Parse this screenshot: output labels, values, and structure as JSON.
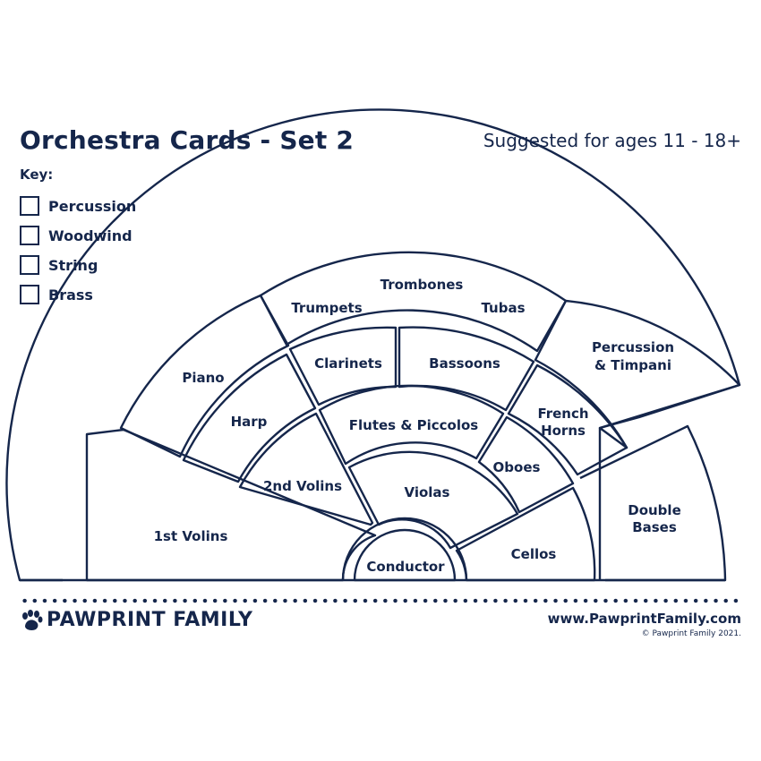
{
  "header": {
    "title": "Orchestra Cards - Set 2",
    "subtitle": "Suggested for ages 11 - 18+"
  },
  "key": {
    "title": "Key:",
    "items": [
      {
        "label": "Percussion"
      },
      {
        "label": "Woodwind"
      },
      {
        "label": "String"
      },
      {
        "label": "Brass"
      }
    ]
  },
  "sections": {
    "trombones": "Trombones",
    "trumpets": "Trumpets",
    "tubas": "Tubas",
    "percussion_timpani_1": "Percussion",
    "percussion_timpani_2": "& Timpani",
    "piano": "Piano",
    "clarinets": "Clarinets",
    "bassoons": "Bassoons",
    "harp": "Harp",
    "flutes_piccolos": "Flutes & Piccolos",
    "french_horns_1": "French",
    "french_horns_2": "Horns",
    "oboes": "Oboes",
    "second_violins": "2nd Volins",
    "violas": "Violas",
    "double_bases_1": "Double",
    "double_bases_2": "Bases",
    "first_violins": "1st Volins",
    "cellos": "Cellos",
    "conductor": "Conductor"
  },
  "footer": {
    "logo_text": "PAWPRINT FAMILY",
    "website": "www.PawprintFamily.com",
    "copyright": "© Pawprint Family 2021."
  },
  "colors": {
    "ink": "#15264b",
    "background": "#ffffff"
  }
}
